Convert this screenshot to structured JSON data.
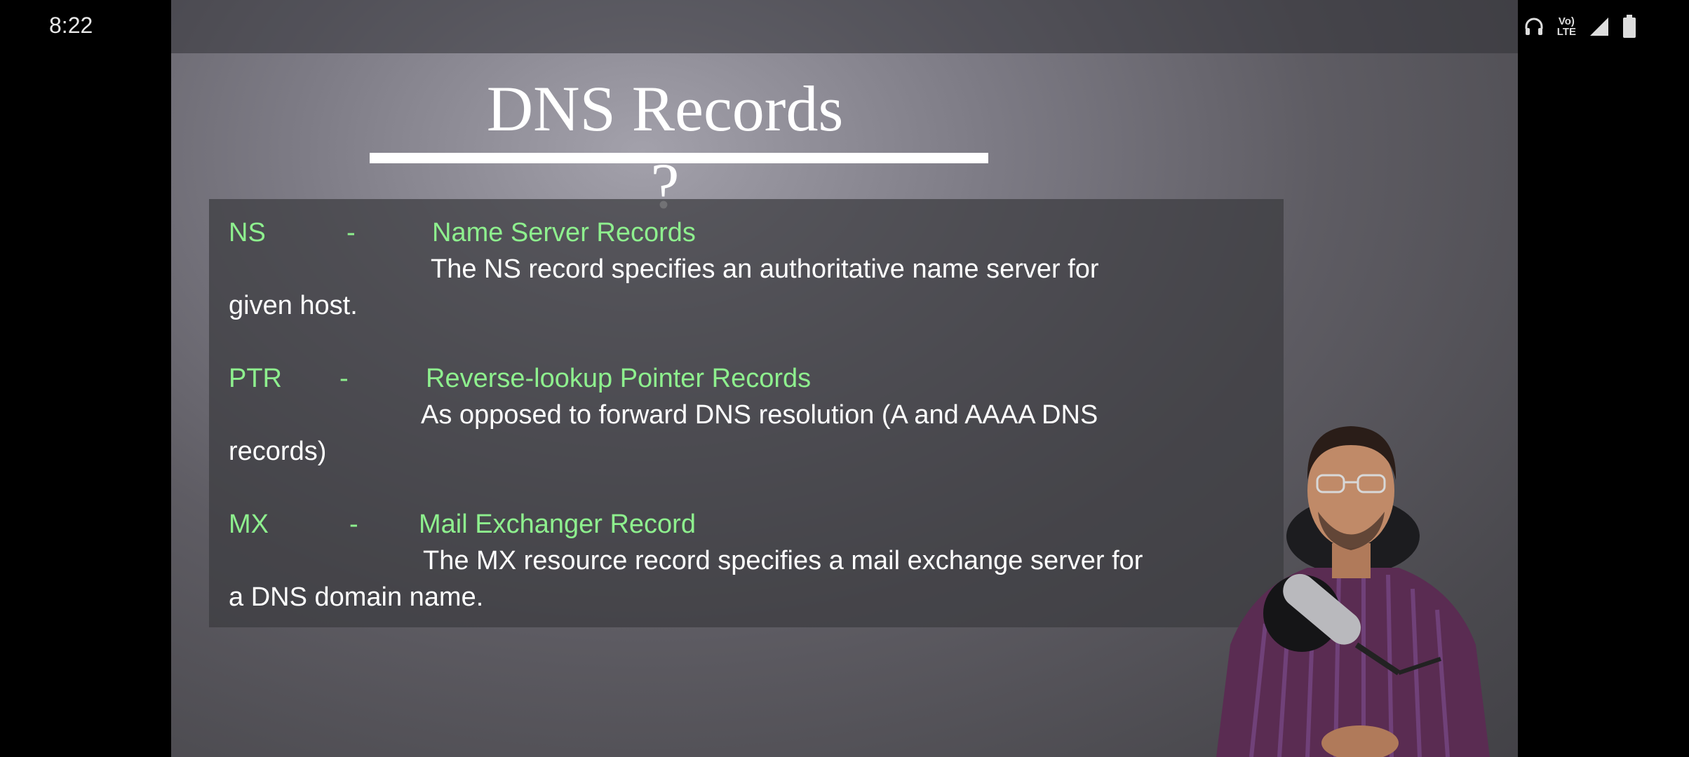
{
  "status_bar": {
    "time": "8:22",
    "network_label_top": "Vo)",
    "network_label_bottom": "LTE",
    "icons": [
      "headphones-icon",
      "volte-icon",
      "signal-icon",
      "battery-icon"
    ]
  },
  "slide": {
    "title": "DNS Records ?",
    "records": [
      {
        "abbr": "NS",
        "dash": "-",
        "name": "Name Server Records",
        "desc_line1": "The NS record specifies an authoritative name server for",
        "desc_line2": "given host."
      },
      {
        "abbr": "PTR",
        "dash": "-",
        "name": "Reverse-lookup Pointer Records",
        "desc_line1": "As opposed to forward DNS resolution (A and AAAA DNS",
        "desc_line2": "records)"
      },
      {
        "abbr": "MX",
        "dash": "-",
        "name": "Mail Exchanger Record",
        "desc_line1": "The MX resource record specifies a mail exchange server for",
        "desc_line2": "a DNS domain name."
      }
    ]
  },
  "colors": {
    "accent_green": "#8ef08e",
    "text_white": "#ffffff",
    "background": "#000000"
  }
}
